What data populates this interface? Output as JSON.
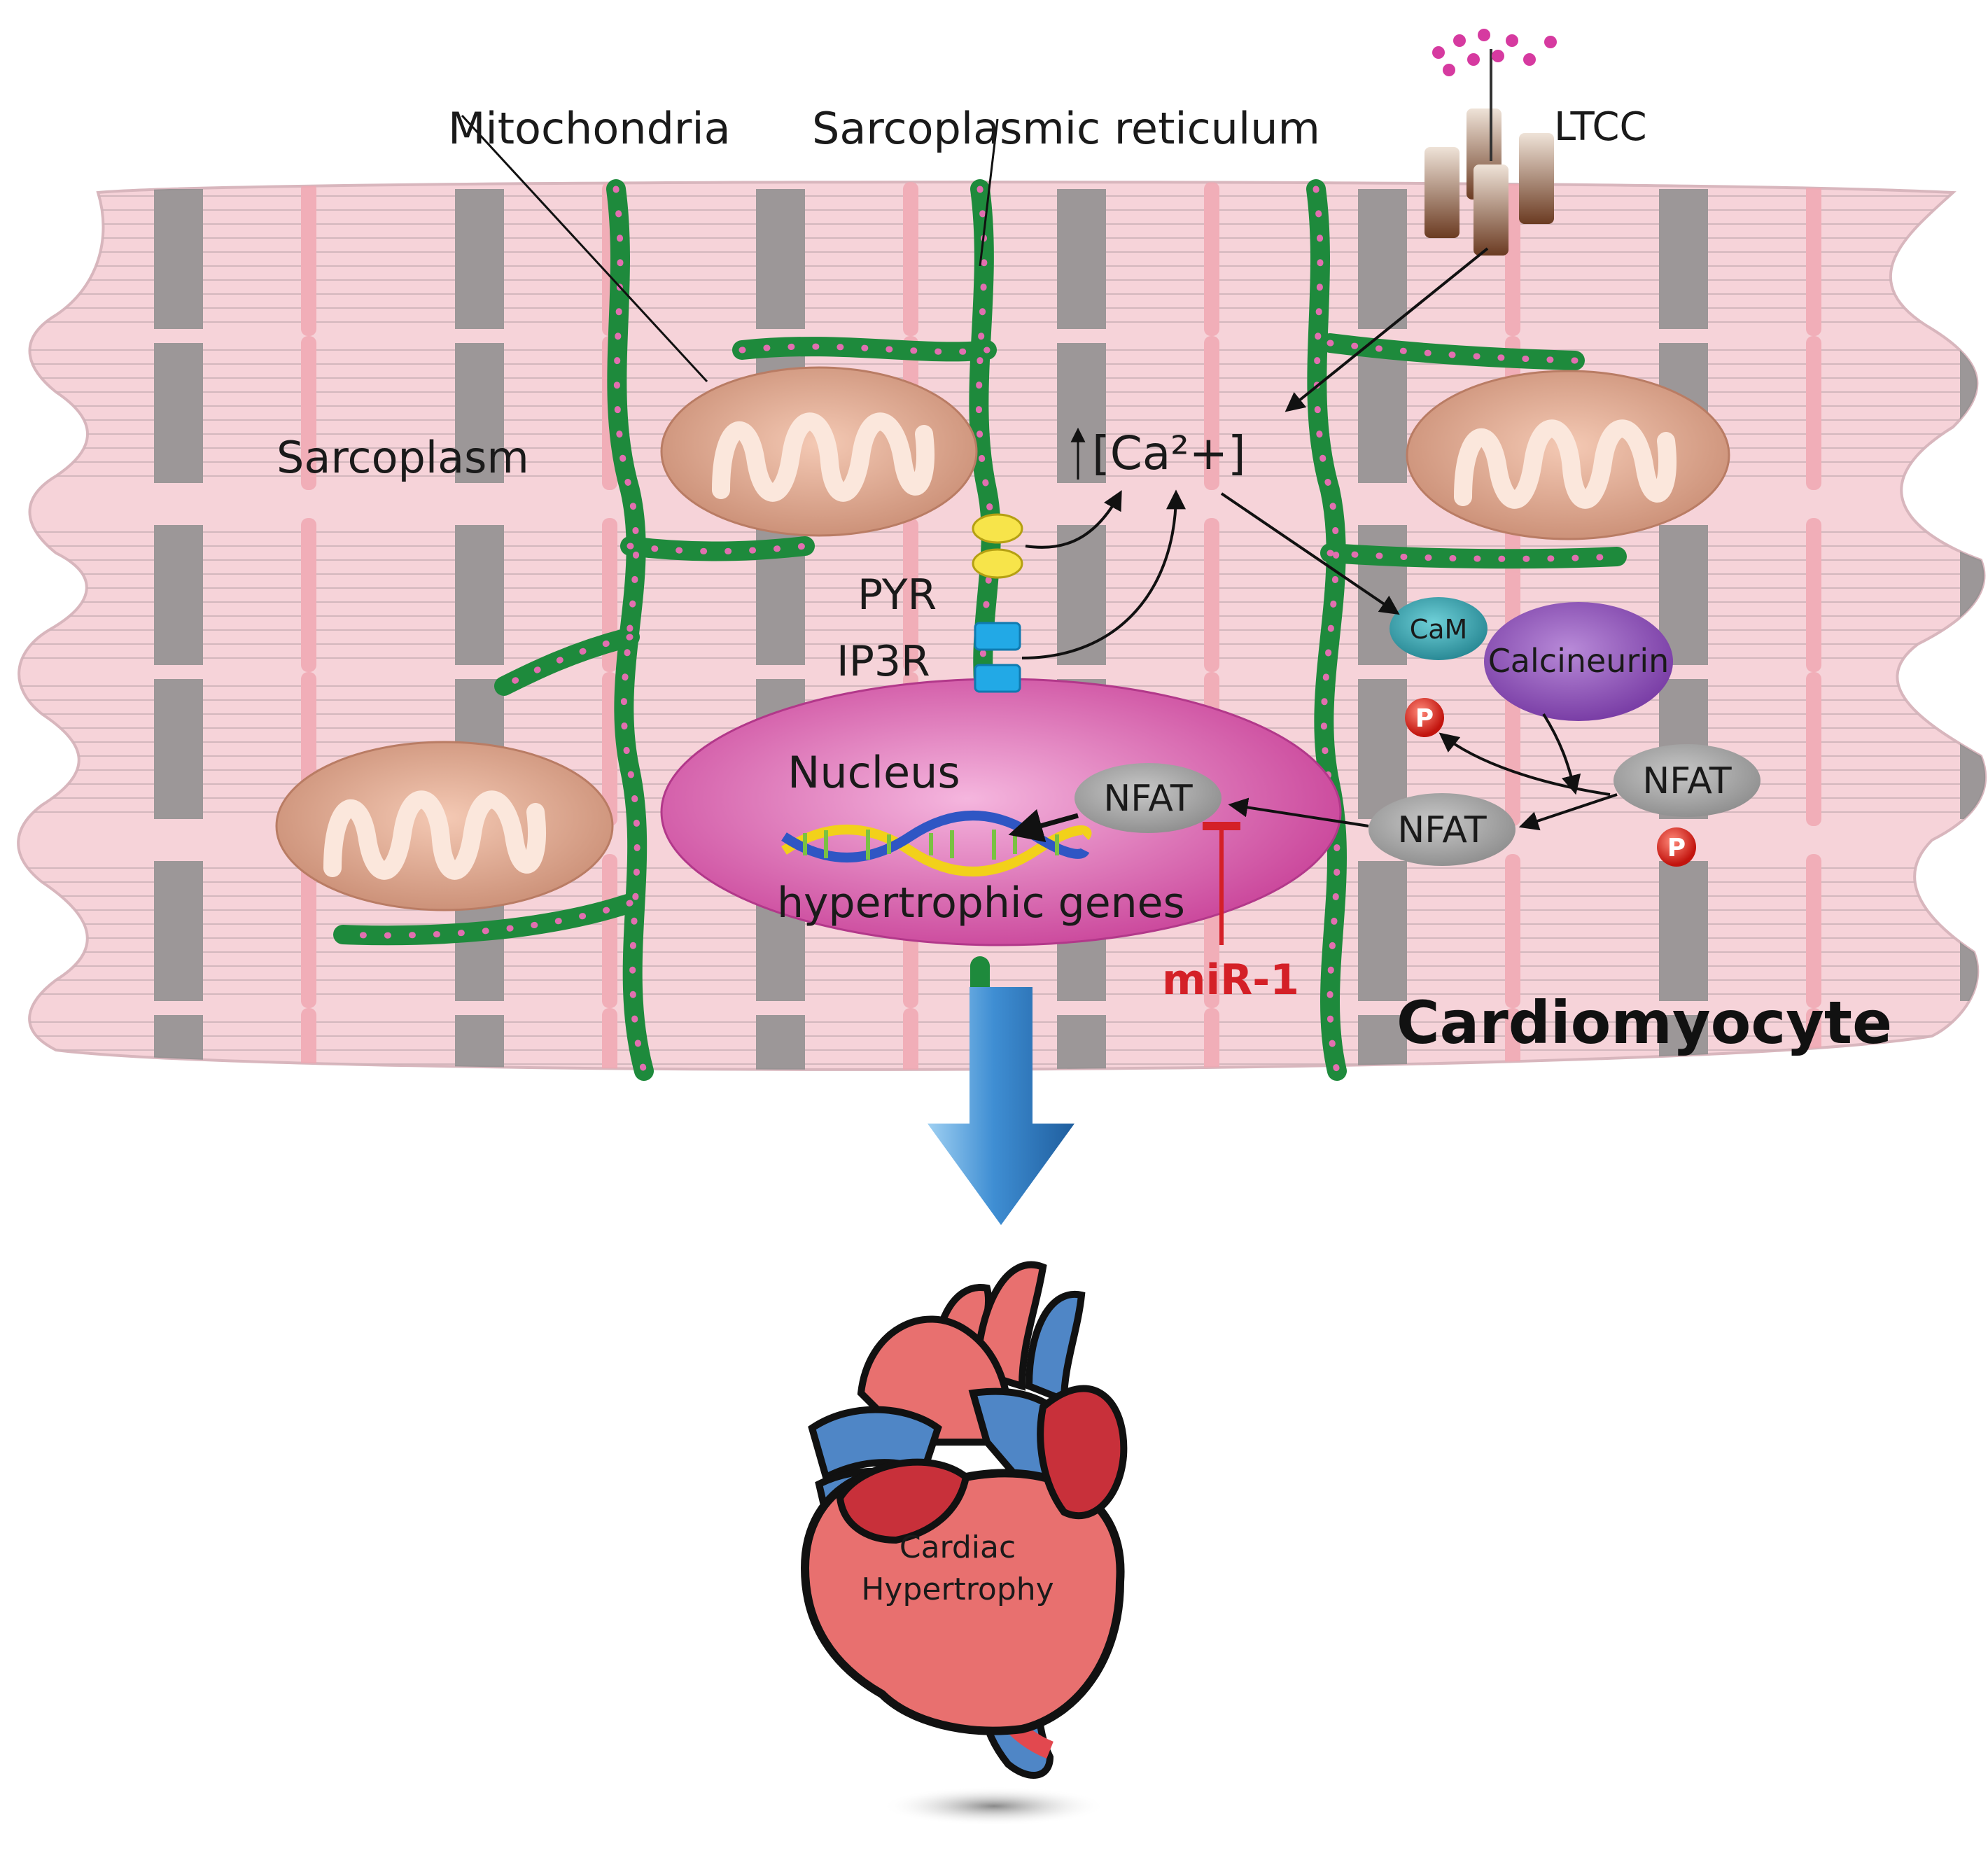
{
  "labels": {
    "mitochondria": "Mitochondria",
    "sarcoplasmic_reticulum": "Sarcoplasmic reticulum",
    "ltcc": "LTCC",
    "sarcoplasm": "Sarcoplasm",
    "calcium": "[Ca²+]",
    "pyr": "PYR",
    "ip3r": "IP3R",
    "cam": "CaM",
    "calcineurin": "Calcineurin",
    "nucleus": "Nucleus",
    "nfat": "NFAT",
    "phosphate": "P",
    "genes": "hypertrophic genes",
    "mir": "miR-1",
    "cell": "Cardiomyocyte",
    "heart_line1": "Cardiac",
    "heart_line2": "Hypertrophy"
  },
  "colors": {
    "cell_fill": "#f6d3d9",
    "sr_green": "#1e8a3c",
    "sr_dots": "#e26fb0",
    "mito_outer": "#d9a48a",
    "nucleus": "#d65aa9",
    "calcineurin": "#8a4fb8",
    "cam": "#3aa7b2",
    "nfat": "#9a9a9a",
    "phosphate": "#e0281f",
    "mir": "#d42027",
    "arrow_blue": "#3a86c8",
    "heart_red": "#e8706f",
    "vessel_blue": "#4f86c6"
  }
}
